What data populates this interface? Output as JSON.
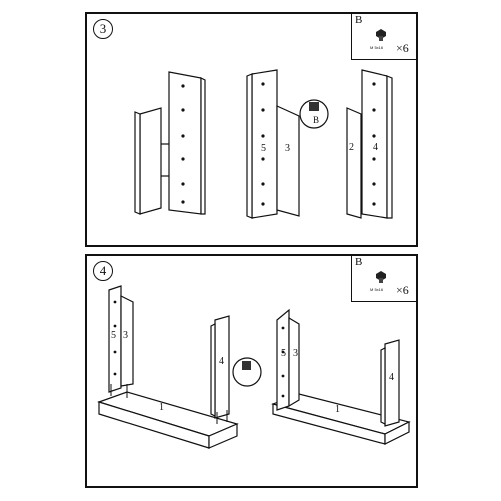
{
  "step3": {
    "number": "3",
    "legend": {
      "letter": "B",
      "code": "M 5x16",
      "qty": "×6"
    },
    "callout": "B",
    "part_labels": [
      "5",
      "3",
      "2",
      "4"
    ]
  },
  "step4": {
    "number": "4",
    "legend": {
      "letter": "B",
      "code": "M 5x16",
      "qty": "×6"
    },
    "part_labels": [
      "5",
      "3",
      "4",
      "1",
      "5",
      "3",
      "4",
      "1"
    ]
  }
}
